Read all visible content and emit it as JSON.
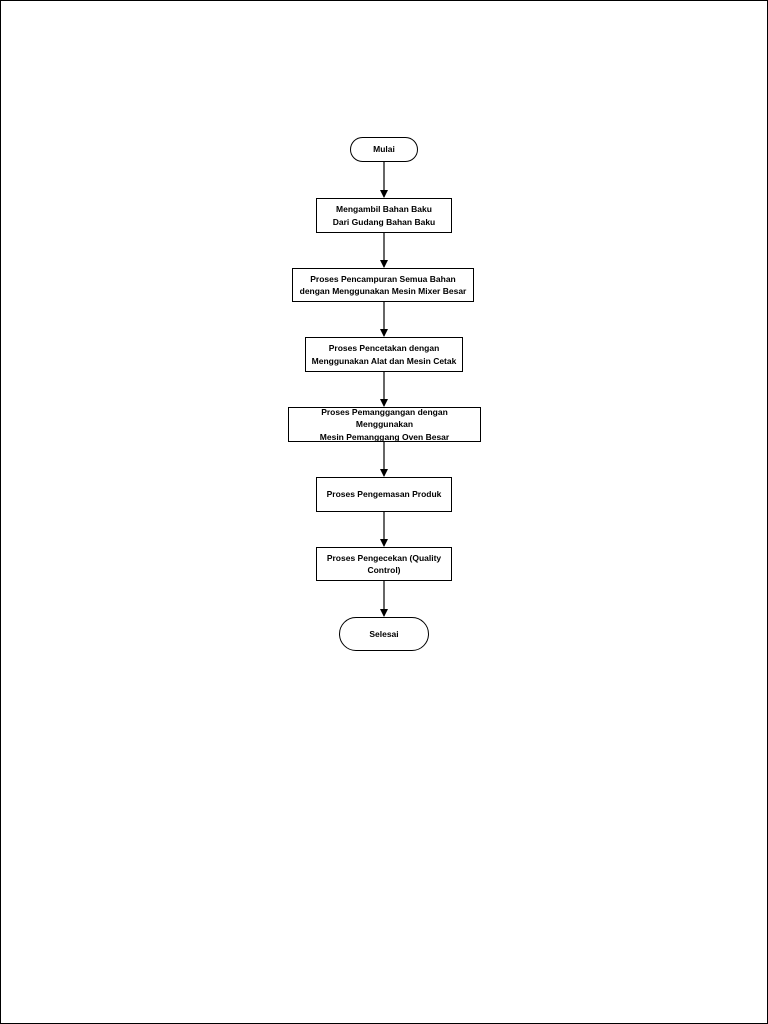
{
  "flowchart": {
    "start": "Mulai",
    "steps": [
      "Mengambil Bahan Baku\nDari Gudang Bahan Baku",
      "Proses Pencampuran Semua Bahan\ndengan Menggunakan Mesin Mixer Besar",
      "Proses Pencetakan dengan\nMenggunakan Alat dan Mesin Cetak",
      "Proses Pemanggangan dengan Menggunakan\nMesin Pemanggang Oven Besar",
      "Proses Pengemasan Produk",
      "Proses Pengecekan (Quality\nControl)"
    ],
    "end": "Selesai"
  }
}
